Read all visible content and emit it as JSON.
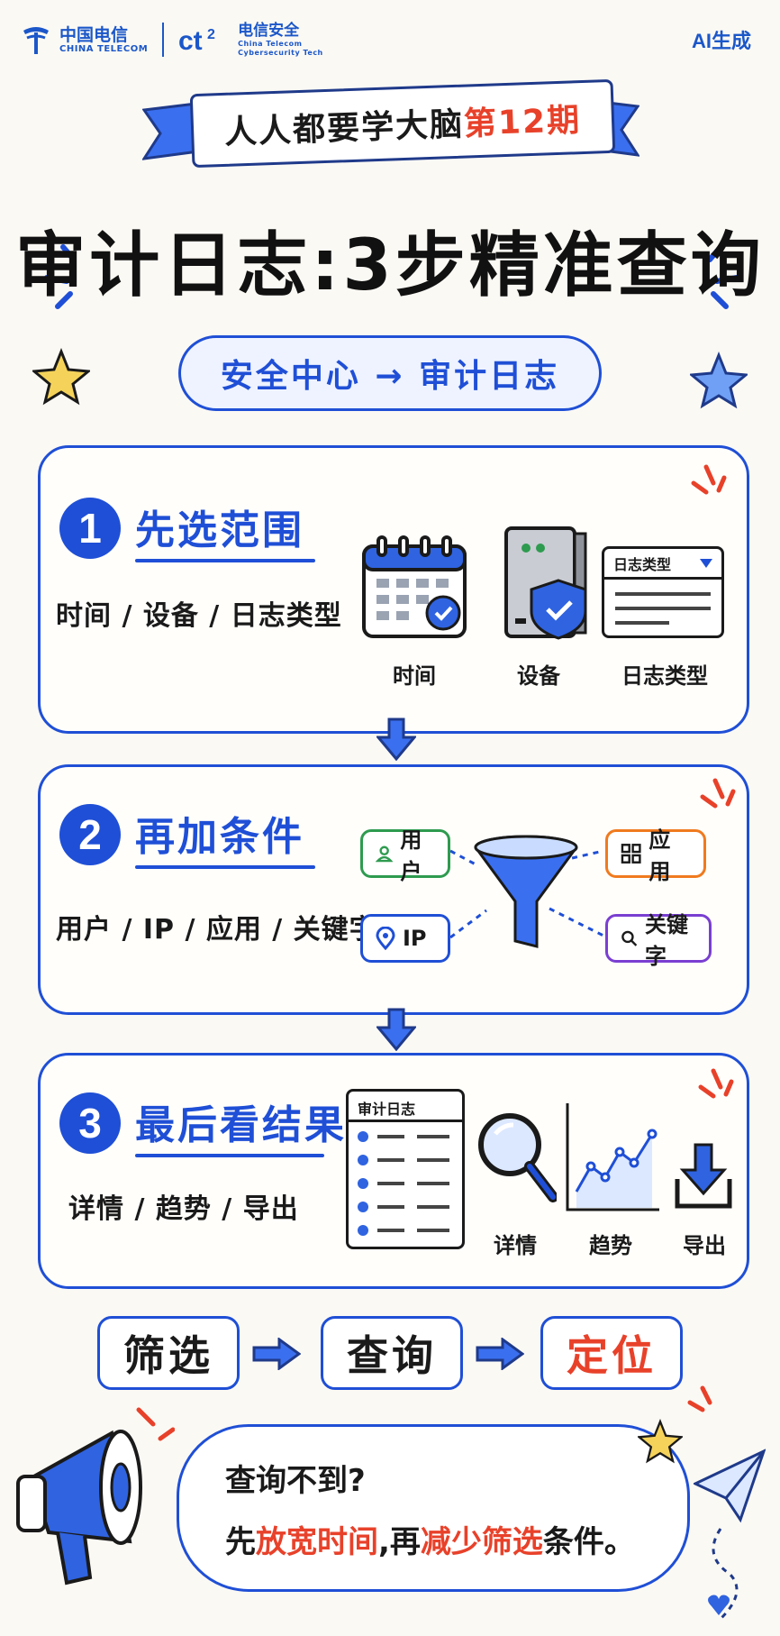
{
  "header": {
    "ct_logo_cn": "中国电信",
    "ct_logo_en": "CHINA TELECOM",
    "cs_logo_cn": "电信安全",
    "cs_logo_en1": "China Telecom",
    "cs_logo_en2": "Cybersecurity Tech",
    "ai_tag": "AI生成"
  },
  "banner": {
    "prefix": "人人都要学大脑",
    "issue": "第12期"
  },
  "title": "审计日志:3步精准查询",
  "path": "安全中心 → 审计日志",
  "step1": {
    "num": "1",
    "title": "先选范围",
    "sub": "时间 / 设备 / 日志类型",
    "icon_labels": [
      "时间",
      "设备",
      "日志类型"
    ],
    "dropdown_text": "日志类型"
  },
  "step2": {
    "num": "2",
    "title": "再加条件",
    "sub": "用户 / IP / 应用 / 关键字",
    "tags": {
      "user": "用户",
      "ip": "IP",
      "app": "应用",
      "keyword": "关键字"
    }
  },
  "step3": {
    "num": "3",
    "title": "最后看结果",
    "sub": "详情 / 趋势 / 导出",
    "log_panel_title": "审计日志",
    "icon_labels": [
      "详情",
      "趋势",
      "导出"
    ]
  },
  "flow": [
    "筛选",
    "查询",
    "定位"
  ],
  "tip": {
    "line1": "查询不到?",
    "l2_a": "先",
    "l2_b": "放宽时间",
    "l2_c": ",再",
    "l2_d": "减少筛选",
    "l2_e": "条件。"
  },
  "colors": {
    "primary": "#1f4fd6",
    "accent_red": "#e8412a",
    "green": "#2e9b4f",
    "orange": "#f07a1e",
    "purple": "#7a3fd1"
  }
}
